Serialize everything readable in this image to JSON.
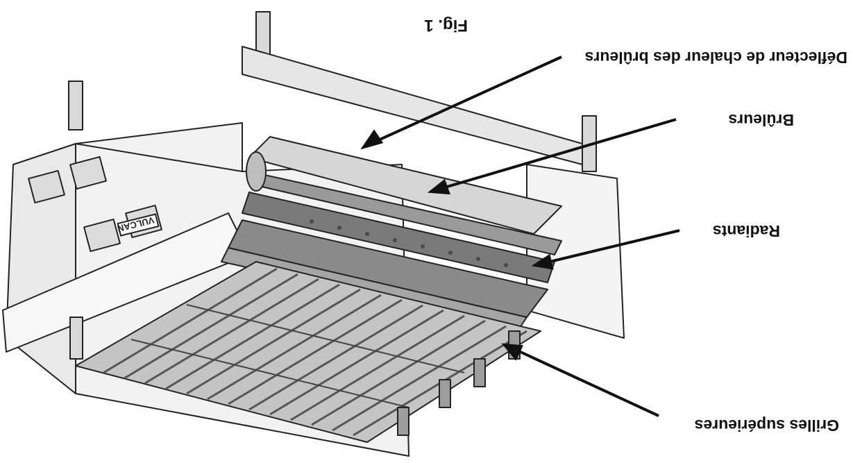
{
  "figure": {
    "title": "Fig. 1",
    "orientation": "upside-down"
  },
  "labels": {
    "deflector": "Déflecteur de chaleur des brûleurs",
    "burners": "Brûleurs",
    "radiants": "Radiants",
    "upper_grids": "Grilles supérieures",
    "brand": "VULCAN"
  },
  "colors": {
    "line": "#222222",
    "panel": "#eeeeee",
    "panel_dark": "#cfcfcf",
    "metal": "#8c8c8c",
    "metal_dark": "#5a5a5a",
    "grate": "#6e6e6e"
  }
}
